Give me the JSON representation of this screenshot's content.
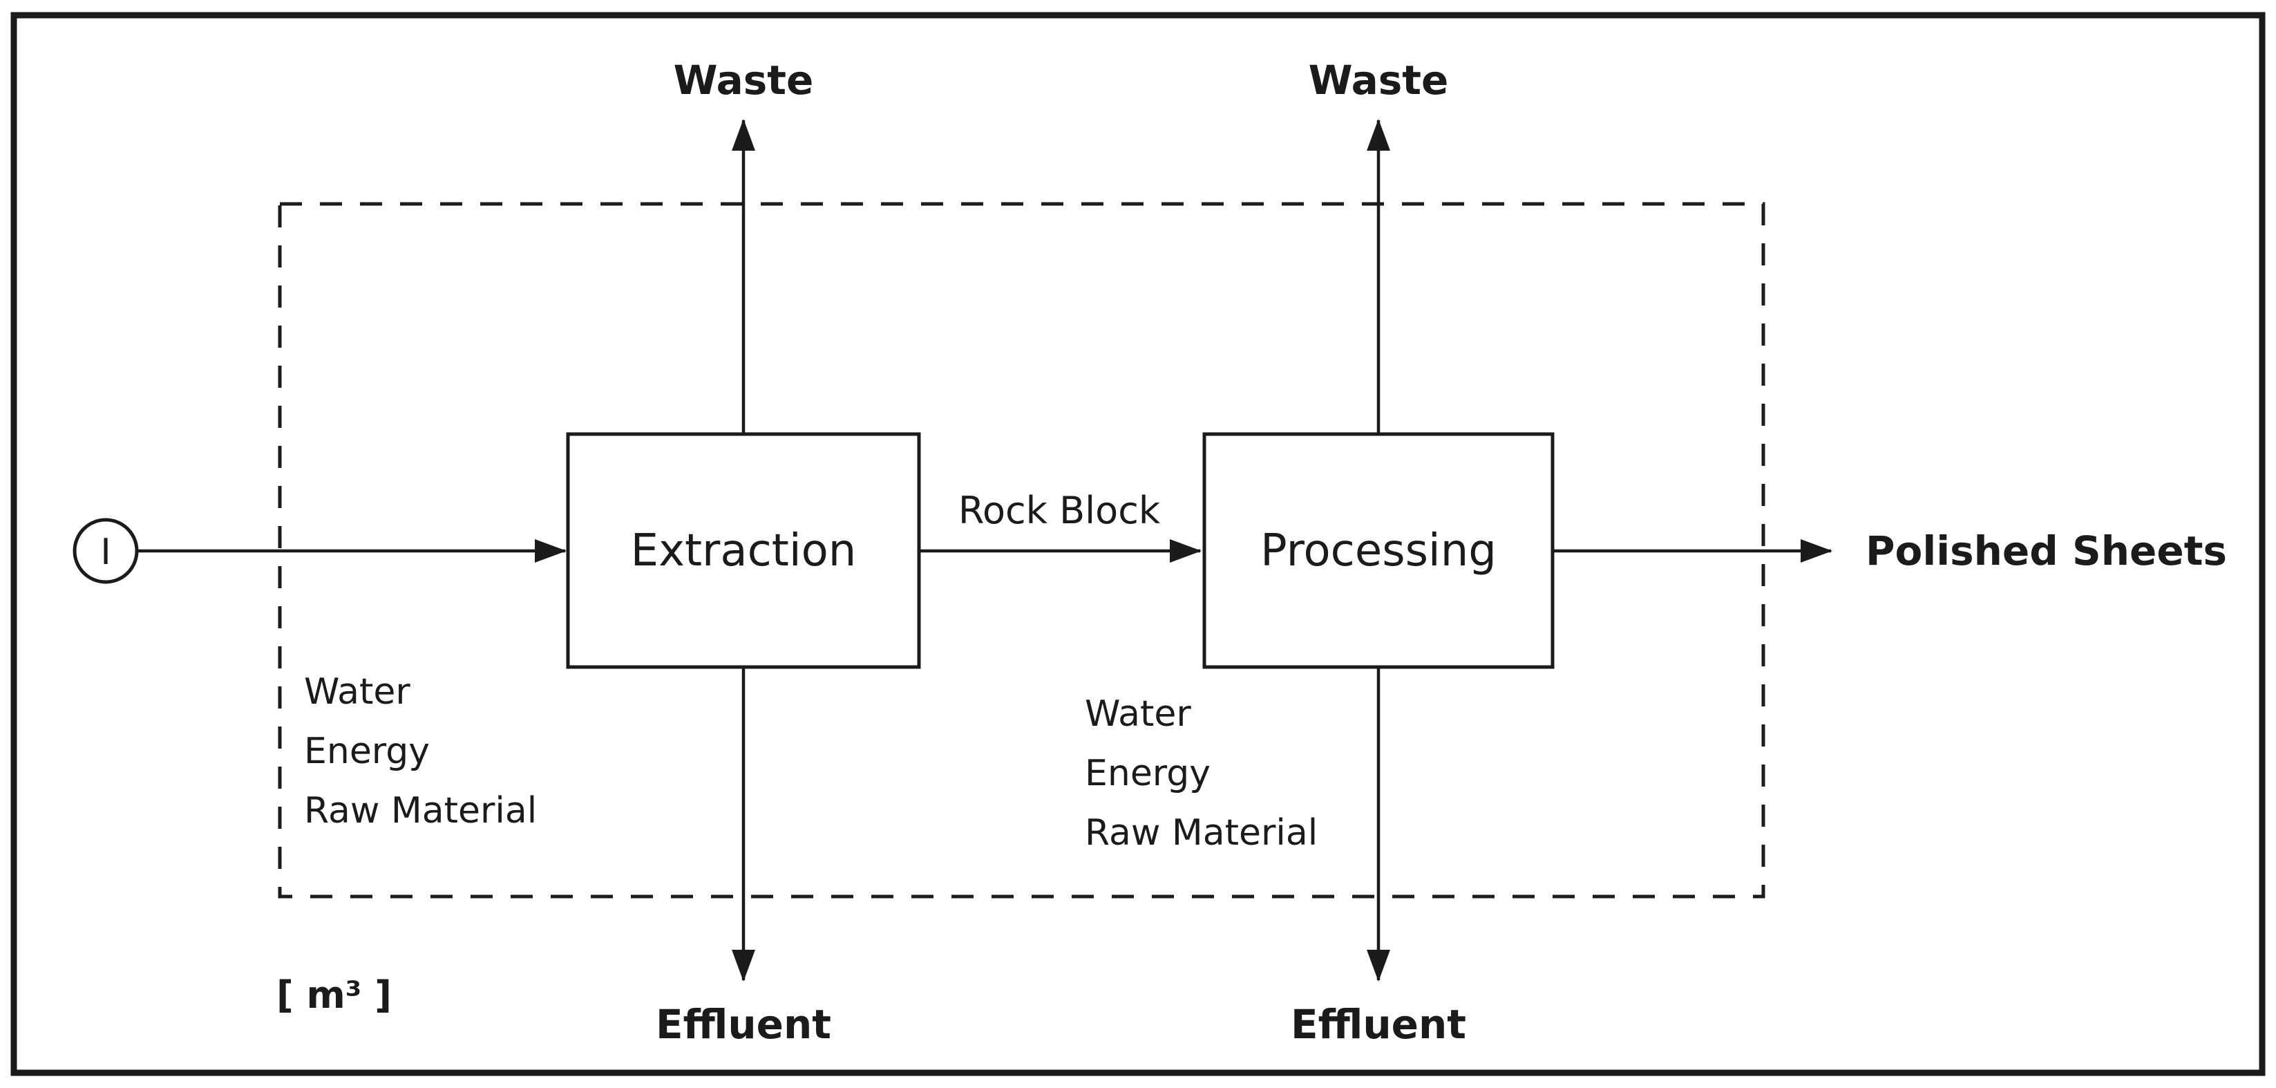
{
  "colors": {
    "ink": "#1b1b1b",
    "background": "#ffffff"
  },
  "diagram": {
    "input_node": {
      "label": "I"
    },
    "process_boxes": [
      {
        "label": "Extraction"
      },
      {
        "label": "Processing"
      }
    ],
    "flow_labels": {
      "intermediate": "Rock Block",
      "final_output": "Polished Sheets"
    },
    "waste_labels": {
      "extraction": "Waste",
      "processing": "Waste"
    },
    "effluent_labels": {
      "extraction": "Effluent",
      "processing": "Effluent"
    },
    "inputs_extraction": [
      "Water",
      "Energy",
      "Raw Material"
    ],
    "inputs_processing": [
      "Water",
      "Energy",
      "Raw Material"
    ],
    "unit_label": "[ m³ ]"
  }
}
